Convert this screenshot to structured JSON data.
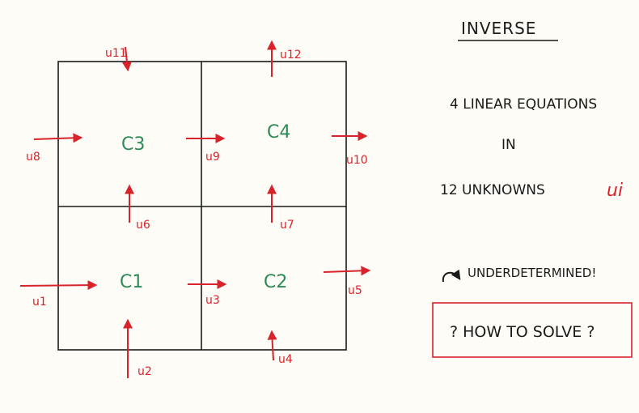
{
  "colors": {
    "ink": "#1a1a1a",
    "flow": "#d8232a",
    "cell": "#2e8b57",
    "paper": "#fdfcf7"
  },
  "cells": {
    "c1": "C1",
    "c2": "C2",
    "c3": "C3",
    "c4": "C4"
  },
  "flows": {
    "u1": "u1",
    "u2": "u2",
    "u3": "u3",
    "u4": "u4",
    "u5": "u5",
    "u6": "u6",
    "u7": "u7",
    "u8": "u8",
    "u9": "u9",
    "u10": "u10",
    "u11": "u11",
    "u12": "u12"
  },
  "notes": {
    "title": "INVERSE",
    "line1": "4 LINEAR EQUATIONS",
    "line2": "IN",
    "line3_prefix": "12 UNKNOWNS",
    "line3_var": "ui",
    "underdetermined": "UNDERDETERMINED!",
    "question": "? HOW TO SOLVE ?"
  }
}
